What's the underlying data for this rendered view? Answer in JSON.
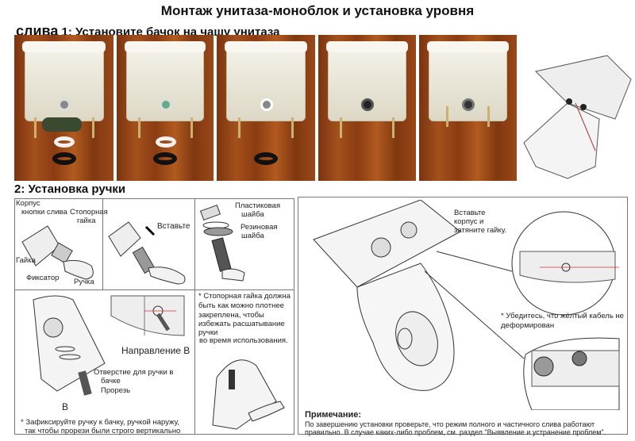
{
  "title": "Монтаж унитаза-моноблок и установка уровня",
  "section1": {
    "title_prefix": "слива",
    "title_rest": " 1: Установите бачок на чашу унитаза"
  },
  "section2": {
    "title": "2: Установка ручки",
    "panel1": {
      "korpus": "Корпус",
      "knopki": "кнопки слива",
      "stopornaya": "Стопорная",
      "gaika_top": "гайка",
      "gaika": "Гайка",
      "fiksator": "Фиксатор",
      "ruchka": "Ручка"
    },
    "panel2": {
      "insert": "Вставьте"
    },
    "panel3": {
      "plastic1": "Пластиковая",
      "plastic2": "шайба",
      "rubber1": "Резиновая",
      "rubber2": "шайба"
    },
    "panel4": {
      "direction": "Направление В",
      "hole1": "Отверстие для ручки в",
      "hole2": "бачке",
      "slot": "Прорезь",
      "b": "В",
      "note1": "* Зафиксируйте ручку к бачку, ручкой наружу,",
      "note2": "так чтобы прорези были строго вертикально"
    },
    "panel5": {
      "l1": "* Стопорная гайка должна",
      "l2": "быть как можно плотнее",
      "l3": "закреплена, чтобы",
      "l4": "избежать расшатывание",
      "l5": "ручки",
      "l6": "во время использования."
    },
    "right": {
      "insert1": "Вставьте",
      "insert2": "корпус и",
      "insert3": "затяните гайку.",
      "cable1": "* Убедитесь, что жёлтый кабель не",
      "cable2": "деформирован",
      "note_title": "Примечание:",
      "note1": "По завершению установки проверьте, что режим полного и частичного слива работают",
      "note2": "правильно. В случае каких-либо проблем, см. раздел \"Выявление и устранение проблем\"."
    }
  }
}
